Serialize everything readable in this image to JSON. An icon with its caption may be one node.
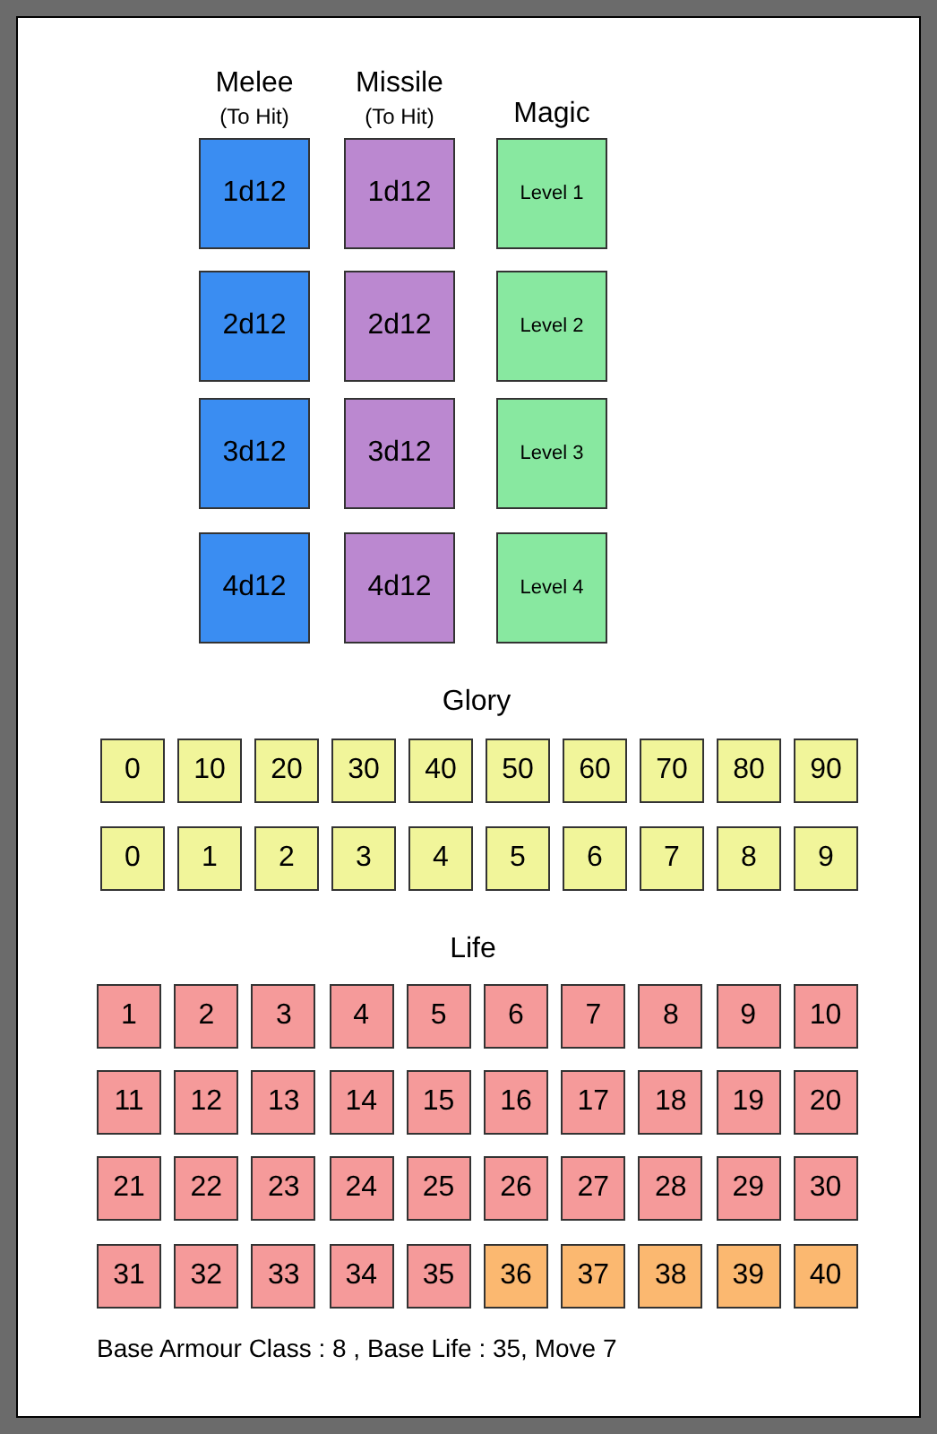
{
  "diagram": {
    "nodes": [
      {
        "text": [
          "1d12"
        ]
      },
      {
        "text": [
          "1d12"
        ]
      },
      {
        "text": [
          "Level 1"
        ]
      },
      {
        "text": [
          "2d12"
        ]
      },
      {
        "text": [
          "2d12"
        ]
      },
      {
        "text": [
          "Level 2"
        ]
      },
      {
        "text": [
          "3d12"
        ]
      },
      {
        "text": [
          "3d12"
        ]
      },
      {
        "text": [
          "Level 3"
        ]
      },
      {
        "text": [
          "4d12"
        ]
      },
      {
        "text": [
          "4d12"
        ]
      },
      {
        "text": [
          "Level 4"
        ]
      },
      {
        "text": [
          "0"
        ]
      },
      {
        "text": [
          "10"
        ]
      },
      {
        "text": [
          "20"
        ]
      },
      {
        "text": [
          "30"
        ]
      },
      {
        "text": [
          "40"
        ]
      },
      {
        "text": [
          "50"
        ]
      },
      {
        "text": [
          "60"
        ]
      },
      {
        "text": [
          "70"
        ]
      },
      {
        "text": [
          "80"
        ]
      },
      {
        "text": [
          "90"
        ]
      },
      {
        "text": [
          "0"
        ]
      },
      {
        "text": [
          "1"
        ]
      },
      {
        "text": [
          "2"
        ]
      },
      {
        "text": [
          "3"
        ]
      },
      {
        "text": [
          "4"
        ]
      },
      {
        "text": [
          "5"
        ]
      },
      {
        "text": [
          "6"
        ]
      },
      {
        "text": [
          "7"
        ]
      },
      {
        "text": [
          "8"
        ]
      },
      {
        "text": [
          "9"
        ]
      },
      {
        "text": [
          "1"
        ]
      },
      {
        "text": [
          "2"
        ]
      },
      {
        "text": [
          "3"
        ]
      },
      {
        "text": [
          "4"
        ]
      },
      {
        "text": [
          "5"
        ]
      },
      {
        "text": [
          "6"
        ]
      },
      {
        "text": [
          "7"
        ]
      },
      {
        "text": [
          "8"
        ]
      },
      {
        "text": [
          "9"
        ]
      },
      {
        "text": [
          "10"
        ]
      },
      {
        "text": [
          "11"
        ]
      },
      {
        "text": [
          "12"
        ]
      },
      {
        "text": [
          "13"
        ]
      },
      {
        "text": [
          "14"
        ]
      },
      {
        "text": [
          "15"
        ]
      },
      {
        "text": [
          "16"
        ]
      },
      {
        "text": [
          "17"
        ]
      },
      {
        "text": [
          "18"
        ]
      },
      {
        "text": [
          "19"
        ]
      },
      {
        "text": [
          "20"
        ]
      },
      {
        "text": [
          "21"
        ]
      },
      {
        "text": [
          "22"
        ]
      },
      {
        "text": [
          "23"
        ]
      },
      {
        "text": [
          "24"
        ]
      },
      {
        "text": [
          "25"
        ]
      },
      {
        "text": [
          "26"
        ]
      },
      {
        "text": [
          "27"
        ]
      },
      {
        "text": [
          "28"
        ]
      },
      {
        "text": [
          "29"
        ]
      },
      {
        "text": [
          "30"
        ]
      },
      {
        "text": [
          "31"
        ]
      },
      {
        "text": [
          "32"
        ]
      },
      {
        "text": [
          "33"
        ]
      },
      {
        "text": [
          "34"
        ]
      },
      {
        "text": [
          "35"
        ]
      },
      {
        "text": [
          "36"
        ]
      },
      {
        "text": [
          "37"
        ]
      },
      {
        "text": [
          "38"
        ]
      },
      {
        "text": [
          "39"
        ]
      },
      {
        "text": [
          "40"
        ]
      }
    ],
    "labels": [
      "Melee",
      "(To Hit)",
      "Missile",
      "(To Hit)",
      "Magic",
      "Glory",
      "Life",
      "Base Armour Class : 8 , Base Life : 35, Move 7"
    ]
  }
}
